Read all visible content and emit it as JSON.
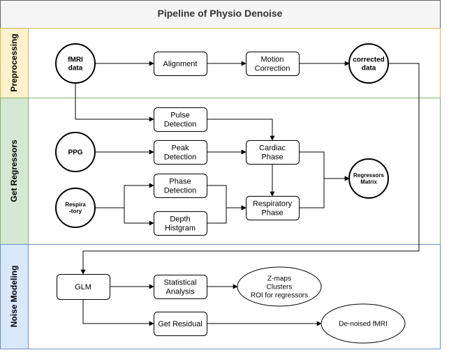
{
  "title": "Pipeline of Physio Denoise",
  "lanes": {
    "preprocessing": "Preprocessing",
    "get_regressors": "Get Regressors",
    "noise_modeling": "Noise Modeling"
  },
  "nodes": {
    "fmri_data": [
      "fMRI",
      "data"
    ],
    "alignment": [
      "Alignment"
    ],
    "motion_correction": [
      "Motion",
      "Correction"
    ],
    "corrected_data": [
      "corrected",
      "data"
    ],
    "pulse_detection": [
      "Pulse",
      "Detection"
    ],
    "ppg": [
      "PPG"
    ],
    "peak_detection": [
      "Peak",
      "Detection"
    ],
    "cardiac_phase": [
      "Cardiac",
      "Phase"
    ],
    "regressors_matrix": [
      "Regressors",
      "Matrix"
    ],
    "respiratory": [
      "Respira",
      "-tory"
    ],
    "phase_detection": [
      "Phase",
      "Detection"
    ],
    "respiratory_phase": [
      "Respiratory",
      "Phase"
    ],
    "depth_histgram": [
      "Depth",
      "Histgram"
    ],
    "glm": [
      "GLM"
    ],
    "statistical_analysis": [
      "Statistical",
      "Analysis"
    ],
    "outputs": [
      "Z-maps",
      "Clusters",
      "ROI for regressors"
    ],
    "get_residual": [
      "Get Residual"
    ],
    "denoised_fmri": [
      "De-noised fMRI"
    ]
  },
  "colors": {
    "preprocessing_fill": "#fff2cc",
    "preprocessing_stroke": "#d6b656",
    "regressors_fill": "#d5e8d4",
    "regressors_stroke": "#82b366",
    "noise_fill": "#dae8fc",
    "noise_stroke": "#6c8ebf",
    "title_fill": "#f5f5f5"
  }
}
